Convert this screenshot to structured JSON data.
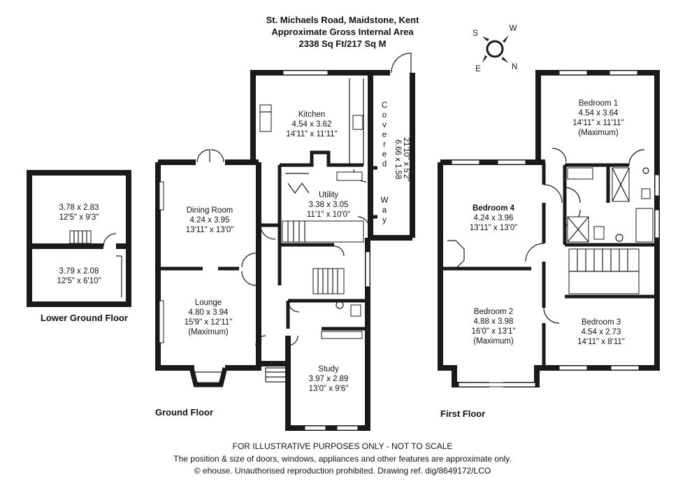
{
  "header": {
    "address": "St. Michaels Road, Maidstone, Kent",
    "area_title": "Approximate Gross Internal Area",
    "area_value": "2338 Sq Ft/217 Sq M"
  },
  "compass": {
    "n": "N",
    "s": "S",
    "e": "E",
    "w": "W"
  },
  "floors": {
    "lower": "Lower Ground Floor",
    "ground": "Ground Floor",
    "first": "First Floor"
  },
  "rooms": {
    "lower_a": {
      "dim": "3.78 x 2.83",
      "imp": "12'5\" x 9'3\""
    },
    "lower_b": {
      "dim": "3.79 x 2.08",
      "imp": "12'5\" x 6'10\""
    },
    "kitchen": {
      "name": "Kitchen",
      "dim": "4.54 x 3.62",
      "imp": "14'11\" x 11'11\""
    },
    "utility": {
      "name": "Utility",
      "dim": "3.38 x 3.05",
      "imp": "11'1\" x 10'0\""
    },
    "dining": {
      "name": "Dining Room",
      "dim": "4.24 x 3.95",
      "imp": "13'11\" x 13'0\""
    },
    "lounge": {
      "name": "Lounge",
      "dim": "4.80 x 3.94",
      "imp": "15'9\" x 12'11\"",
      "note": "(Maximum)"
    },
    "study": {
      "name": "Study",
      "dim": "3.97 x 2.89",
      "imp": "13'0\" x 9'6\""
    },
    "covered_way": {
      "letters": [
        "C",
        "o",
        "v",
        "e",
        "r",
        "e",
        "d"
      ],
      "letters2": [
        "W",
        "a",
        "y"
      ],
      "dim": "6.66 x 1.58",
      "imp": "21'10\" x 5'2\""
    },
    "bed1": {
      "name": "Bedroom 1",
      "dim": "4.54 x 3.64",
      "imp": "14'11\" x 11'11\"",
      "note": "(Maximum)"
    },
    "bed2": {
      "name": "Bedroom 2",
      "dim": "4.88 x 3.98",
      "imp": "16'0\" x 13'1\"",
      "note": "(Maximum)"
    },
    "bed3": {
      "name": "Bedroom 3",
      "dim": "4.54 x 2.73",
      "imp": "14'11\" x 8'11\""
    },
    "bed4": {
      "name": "Bedroom 4",
      "dim": "4.24 x 3.96",
      "imp": "13'11\" x 13'0\""
    }
  },
  "footer": {
    "line1": "FOR ILLUSTRATIVE PURPOSES ONLY - NOT TO SCALE",
    "line2": "The position & size of doors, windows, appliances and other features are approximate only.",
    "line3": "© ehouse. Unauthorised reproduction prohibited. Drawing ref. dig/8649172/LCO"
  }
}
